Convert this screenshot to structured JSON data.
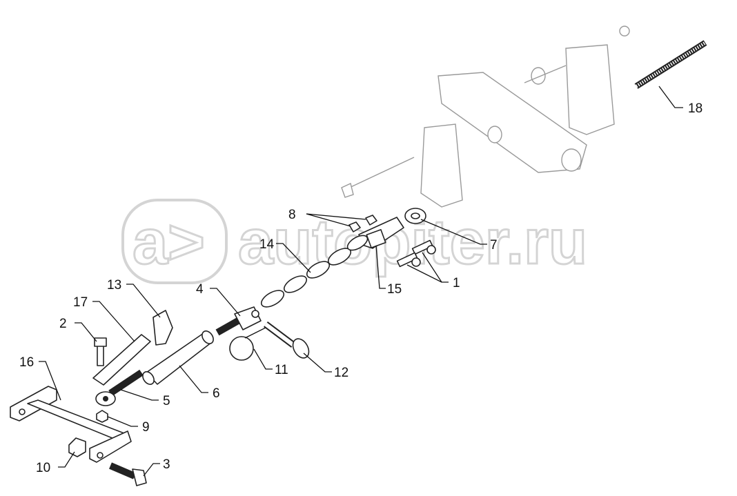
{
  "watermark": {
    "logo": "a>",
    "text": "autopiter.ru"
  },
  "callouts": [
    "1",
    "2",
    "3",
    "4",
    "5",
    "6",
    "7",
    "8",
    "9",
    "10",
    "11",
    "12",
    "13",
    "14",
    "15",
    "16",
    "17",
    "18"
  ]
}
